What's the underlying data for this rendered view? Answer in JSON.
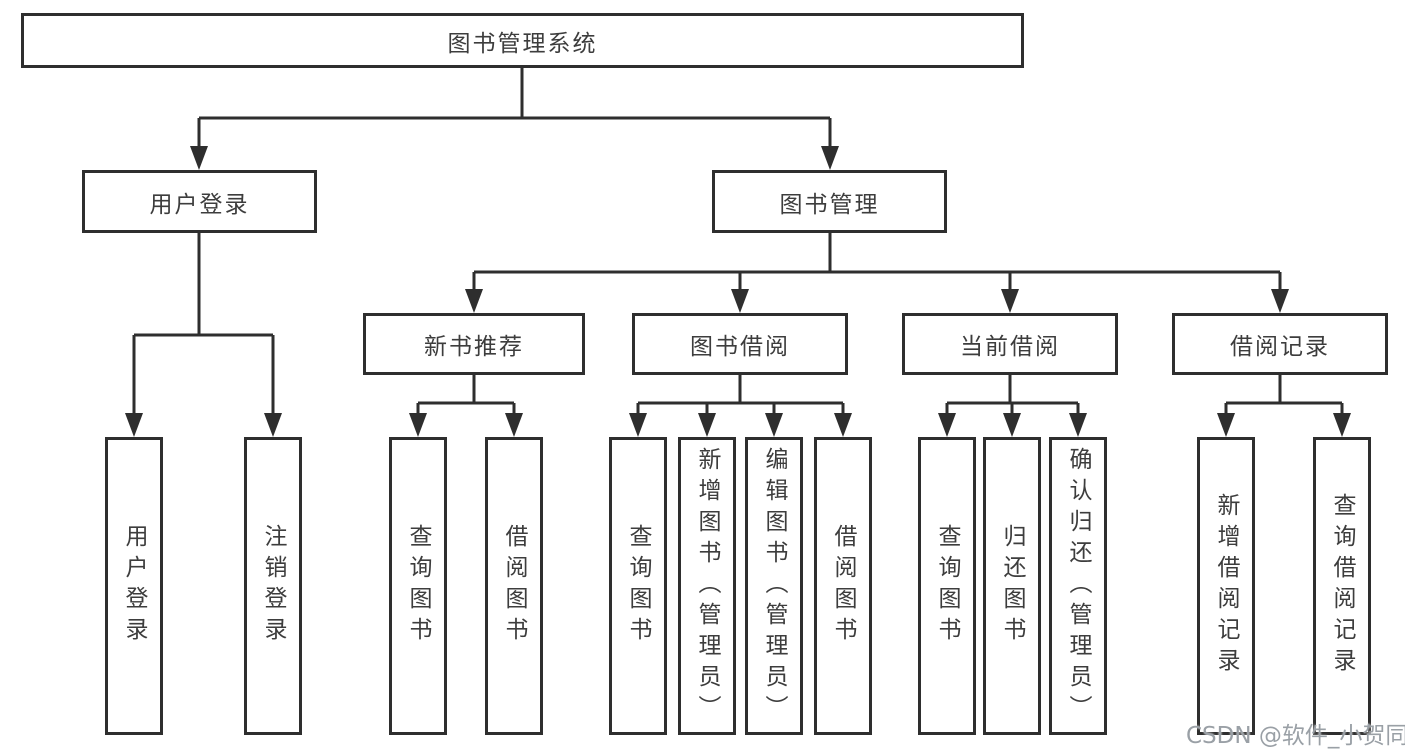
{
  "diagram": {
    "root": {
      "label": "图书管理系统"
    },
    "level2": [
      {
        "label": "用户登录"
      },
      {
        "label": "图书管理"
      }
    ],
    "level3": [
      {
        "label": "新书推荐"
      },
      {
        "label": "图书借阅"
      },
      {
        "label": "当前借阅"
      },
      {
        "label": "借阅记录"
      }
    ],
    "leaves": {
      "user_login": [
        {
          "label": "用户登录"
        },
        {
          "label": "注销登录"
        }
      ],
      "new_book_recommend": [
        {
          "label": "查询图书"
        },
        {
          "label": "借阅图书"
        }
      ],
      "book_borrow": [
        {
          "label": "查询图书"
        },
        {
          "label": "新增图书（管理员）"
        },
        {
          "label": "编辑图书（管理员）"
        },
        {
          "label": "借阅图书"
        }
      ],
      "current_borrow": [
        {
          "label": "查询图书"
        },
        {
          "label": "归还图书"
        },
        {
          "label": "确认归还（管理员）"
        }
      ],
      "borrow_records": [
        {
          "label": "新增借阅记录"
        },
        {
          "label": "查询借阅记录"
        }
      ]
    }
  },
  "watermark": {
    "text": "CSDN @软件_小贺同学"
  },
  "colors": {
    "line": "#2e2e2e",
    "border": "#2e2e2e",
    "text": "#3d3d3d",
    "watermark": "#9aa0a6",
    "background": "#ffffff"
  }
}
